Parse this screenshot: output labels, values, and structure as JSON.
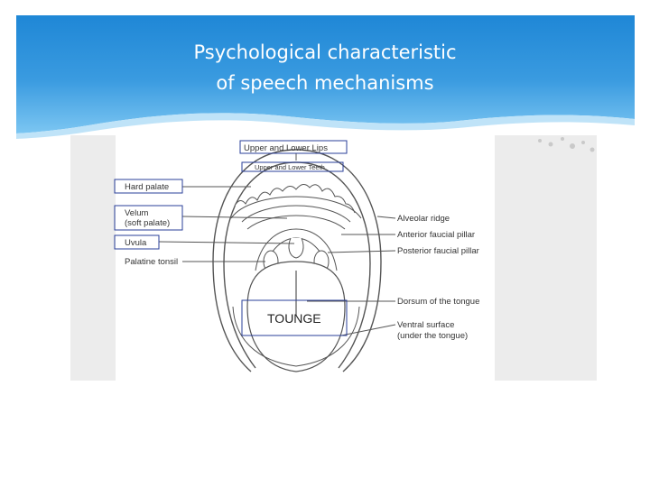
{
  "slide": {
    "title_line1": "Psychological characteristic",
    "title_line2": "of speech mechanisms"
  },
  "diagram": {
    "labels_left": {
      "hard_palate": "Hard palate",
      "velum_1": "Velum",
      "velum_2": "(soft palate)",
      "uvula": "Uvula",
      "palatine_tonsil": "Palatine tonsil"
    },
    "labels_top": {
      "lips": "Upper and Lower Lips",
      "teeth": "Upper and Lower Teeth"
    },
    "labels_right": {
      "alveolar_ridge": "Alveolar ridge",
      "anterior_pillar": "Anterior faucial pillar",
      "posterior_pillar": "Posterior faucial pillar",
      "dorsum": "Dorsum of the tongue",
      "ventral_1": "Ventral surface",
      "ventral_2": "(under the tongue)"
    },
    "tongue_box": "TOUNGE"
  },
  "colors": {
    "header_blue": "#3a9be0",
    "header_light": "#7cc6f2",
    "box_border": "#2a3f9a"
  }
}
